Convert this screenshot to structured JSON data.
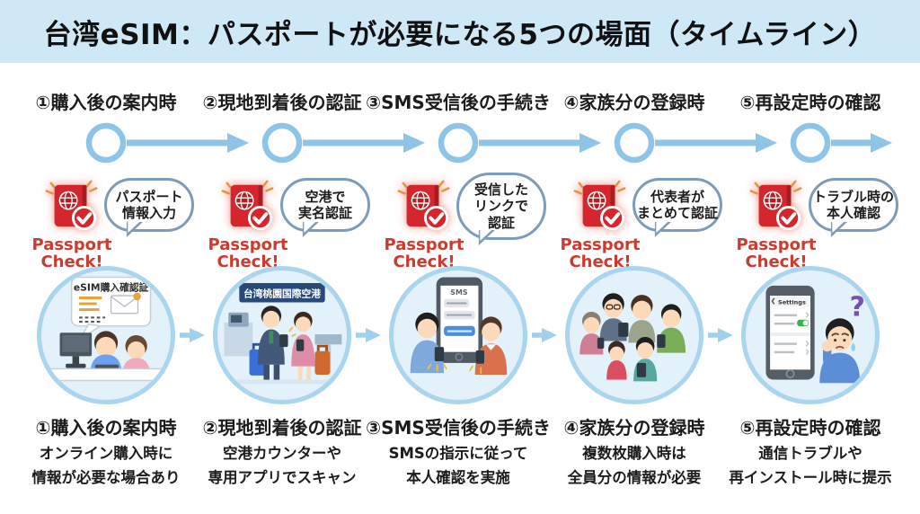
{
  "title": "台湾eSIM：パスポートが必要になる5つの場面（タイムライン）",
  "passport_badge": {
    "line1": "Passport",
    "line2": "Check!"
  },
  "colors": {
    "title_bg": "#cfe8f6",
    "timeline_blue": "#8dc4e7",
    "gap_arrow_blue": "#9fd0ec",
    "illustration_circle_fill": "#e3f1fa",
    "illustration_circle_border": "#a9d5ef",
    "passport_red": "#d4262c",
    "passport_label_red": "#cf3a2e",
    "bubble_border": "#7d9cba",
    "text_dark": "#1c1c1c"
  },
  "steps": [
    {
      "label": "①購入後の案内時",
      "bubble_lines": [
        "パスポート",
        "情報入力"
      ],
      "description_lines": [
        "オンライン購入時に",
        "情報が必要な場合あり"
      ],
      "illustration": {
        "name": "couple-buying-esim-online",
        "caption": "eSIM購入確認証"
      }
    },
    {
      "label": "②現地到着後の認証",
      "bubble_lines": [
        "空港で",
        "実名認証"
      ],
      "description_lines": [
        "空港カウンターや",
        "専用アプリでスキャン"
      ],
      "illustration": {
        "name": "travelers-at-airport",
        "caption": "台湾桃園国際空港"
      }
    },
    {
      "label": "③SMS受信後の手続き",
      "bubble_lines": [
        "受信した",
        "リンクで",
        "認証"
      ],
      "description_lines": [
        "SMSの指示に従って",
        "本人確認を実施"
      ],
      "illustration": {
        "name": "couple-checking-sms",
        "caption": "SMS"
      }
    },
    {
      "label": "④家族分の登録時",
      "bubble_lines": [
        "代表者が",
        "まとめて認証"
      ],
      "description_lines": [
        "複数枚購入時は",
        "全員分の情報が必要"
      ],
      "illustration": {
        "name": "family-with-phones"
      }
    },
    {
      "label": "⑤再設定時の確認",
      "bubble_lines": [
        "トラブル時の",
        "本人確認"
      ],
      "description_lines": [
        "通信トラブルや",
        "再インストール時に提示"
      ],
      "illustration": {
        "name": "troubled-man-settings",
        "caption": "Settings"
      }
    }
  ]
}
